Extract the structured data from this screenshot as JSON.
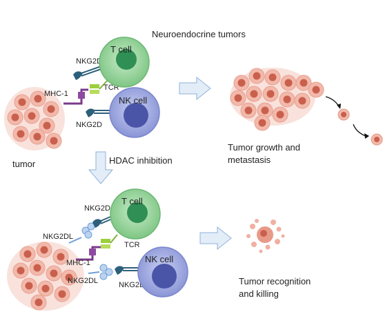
{
  "title": "Neuroendocrine tumors",
  "top_panel": {
    "t_cell": "T cell",
    "nk_cell": "NK cell",
    "nkg2d_t": "NKG2D",
    "nkg2d_nk": "NKG2D",
    "mhc": "MHC-1",
    "tcr": "TCR",
    "tumor": "tumor",
    "outcome_line1": "Tumor growth and",
    "outcome_line2": "metastasis"
  },
  "treatment": "HDAC inhibition",
  "bottom_panel": {
    "t_cell": "T cell",
    "nk_cell": "NK cell",
    "nkg2d_t": "NKG2D",
    "nkg2d_nk": "NKG2D",
    "nkg2dl_top": "NKG2DL",
    "nkg2dl_bottom": "NKG2DL",
    "mhc": "MHC-1",
    "tcr": "TCR",
    "outcome_line1": "Tumor recognition",
    "outcome_line2": "and killing"
  },
  "colors": {
    "t_cell_outer": "#9fd7a3",
    "t_cell_inner": "#2e8b57",
    "nk_cell_outer": "#a9b3e6",
    "nk_cell_inner": "#4a55a8",
    "tumor": "#e8a08f",
    "tumor_core": "#c8614f",
    "arrow": "#c7d9ef",
    "receptor": "#2d5f7a",
    "mhc": "#7a3a8a",
    "tcr": "#9ccf3c",
    "ligand": "#6f9fd6"
  }
}
